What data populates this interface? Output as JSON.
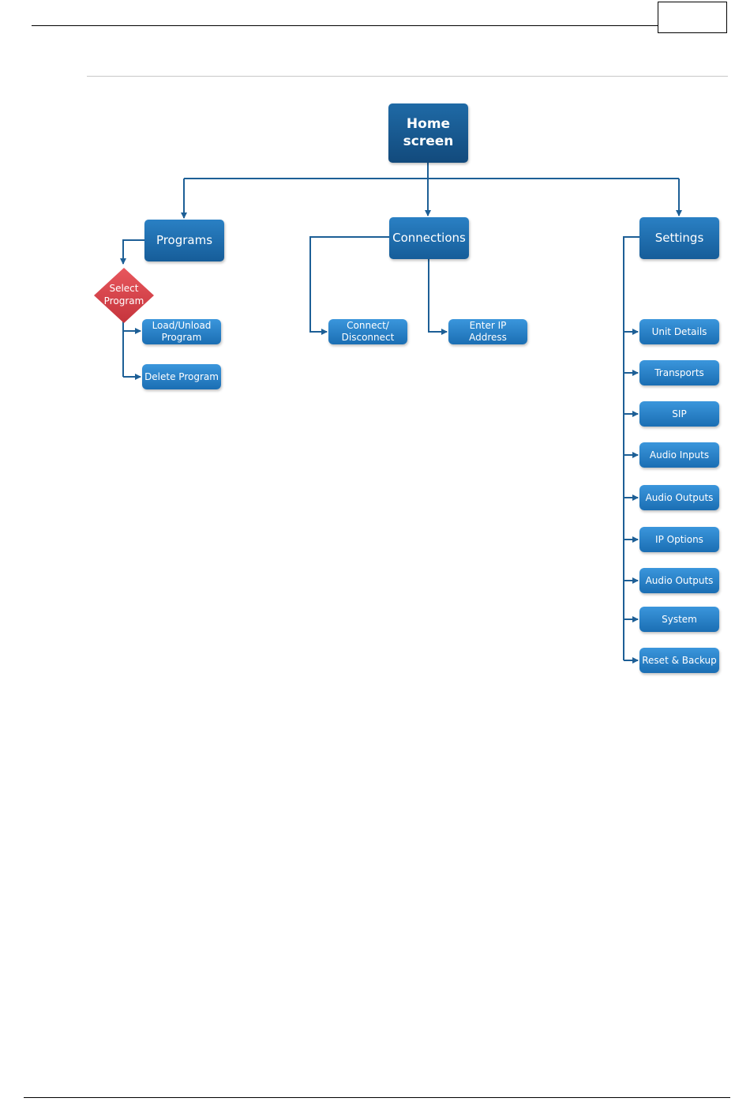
{
  "diagram": {
    "home": "Home\nscreen",
    "branches": {
      "programs": {
        "label": "Programs",
        "decision": "Select\nProgram",
        "items": [
          "Load/Unload\nProgram",
          "Delete Program"
        ]
      },
      "connections": {
        "label": "Connections",
        "items": [
          "Connect/\nDisconnect",
          "Enter IP\nAddress"
        ]
      },
      "settings": {
        "label": "Settings",
        "items": [
          "Unit Details",
          "Transports",
          "SIP",
          "Audio Inputs",
          "Audio Outputs",
          "IP Options",
          "Audio Outputs",
          "System",
          "Reset & Backup"
        ]
      }
    },
    "colors": {
      "node_dark": "#124a7c",
      "node_leaf": "#1b6eb3",
      "decision": "#d9434b",
      "connector": "#1d5f96"
    }
  }
}
